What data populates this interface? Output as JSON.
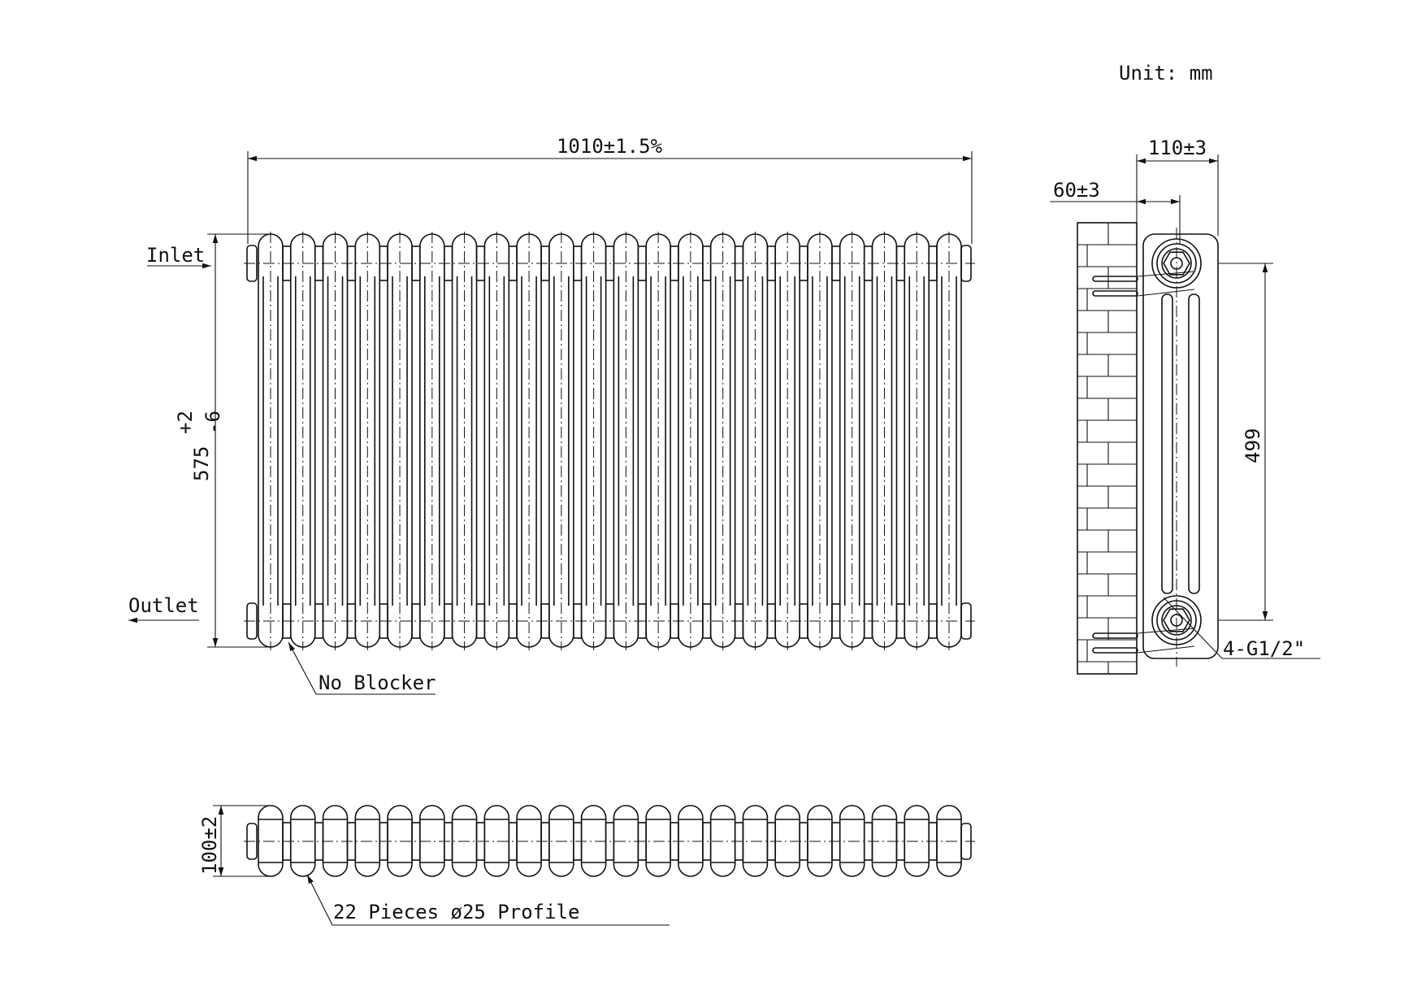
{
  "unit_label": "Unit: mm",
  "front_view": {
    "width_dim": "1010±1.5%",
    "height_dim_main": "575",
    "height_dim_tol_upper": "+2",
    "height_dim_tol_lower": "-6",
    "inlet_label": "Inlet",
    "outlet_label": "Outlet",
    "no_blocker_label": "No Blocker",
    "columns": 22
  },
  "side_view": {
    "depth_dim": "110±3",
    "wall_offset_dim": "60±3",
    "centres_dim": "499",
    "connection_label": "4-G1/2\""
  },
  "top_view": {
    "depth_dim": "100±2",
    "profile_label": "22 Pieces ø25 Profile"
  }
}
